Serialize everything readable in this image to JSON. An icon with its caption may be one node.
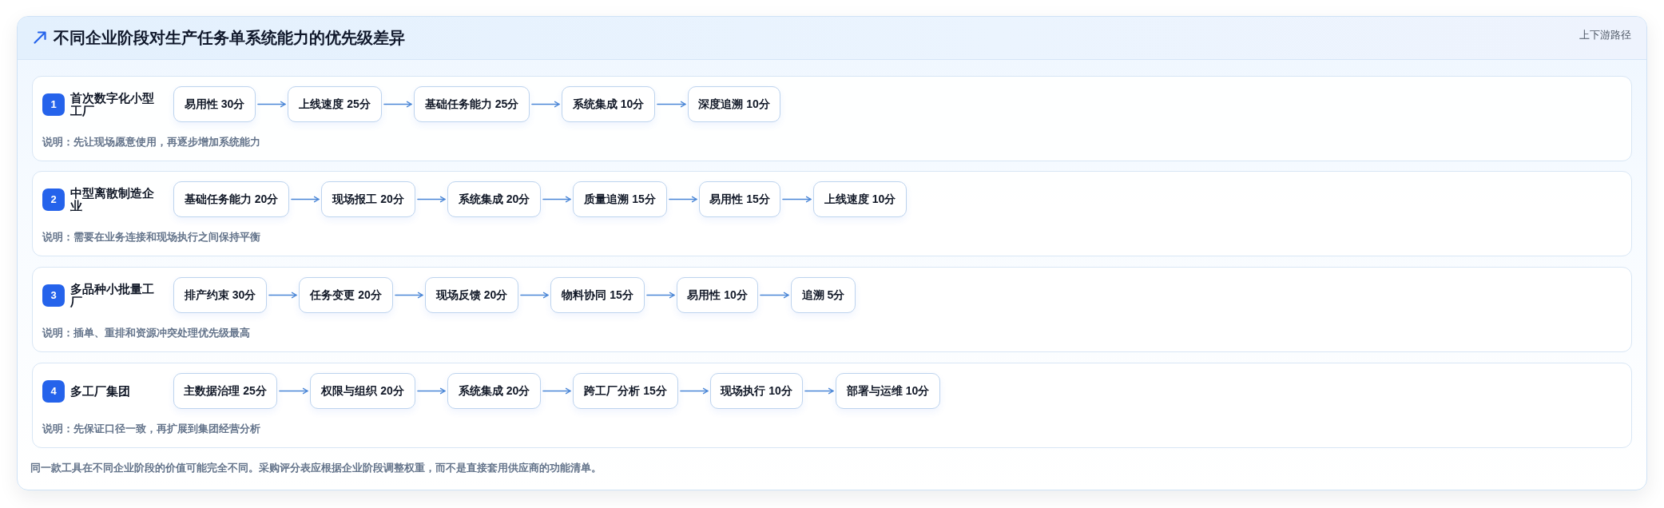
{
  "diagram": {
    "title": "不同企业阶段对生产任务单系统能力的优先级差异",
    "caption": "同一款工具在不同企业阶段的价值可能完全不同。采购评分表应根据企业阶段调整权重，而不是直接套用供应商的功能清单。",
    "nodes": [
      {
        "text": [
          "首次数字化小型工厂",
          "说明：先让现场愿意使用，再逐步增加系统能力"
        ]
      },
      {
        "text": [
          "1"
        ],
        "in": 0
      },
      {
        "text": [
          "易用性 30分"
        ],
        "in": 0
      },
      {
        "text": [
          "上线速度 25分"
        ],
        "in": 0
      },
      {
        "text": [
          "基础任务能力 25分"
        ],
        "in": 0
      },
      {
        "text": [
          "系统集成 10分"
        ],
        "in": 0
      },
      {
        "text": [
          "深度追溯 10分"
        ],
        "in": 0
      },
      {
        "text": [
          "中型离散制造企业",
          "说明：需要在业务连接和现场执行之间保持平衡"
        ]
      },
      {
        "text": [
          "2"
        ],
        "in": 7
      },
      {
        "text": [
          "基础任务能力 20分"
        ],
        "in": 7
      },
      {
        "text": [
          "现场报工 20分"
        ],
        "in": 7
      },
      {
        "text": [
          "系统集成 20分"
        ],
        "in": 7
      },
      {
        "text": [
          "质量追溯 15分"
        ],
        "in": 7
      },
      {
        "text": [
          "易用性 15分"
        ],
        "in": 7
      },
      {
        "text": [
          "上线速度 10分"
        ],
        "in": 7
      },
      {
        "text": [
          "多品种小批量工厂",
          "说明：插单、重排和资源冲突处理优先级最高"
        ]
      },
      {
        "text": [
          "3"
        ],
        "in": 15
      },
      {
        "text": [
          "排产约束 30分"
        ],
        "in": 15
      },
      {
        "text": [
          "任务变更 20分"
        ],
        "in": 15
      },
      {
        "text": [
          "现场反馈 20分"
        ],
        "in": 15
      },
      {
        "text": [
          "物料协同 15分"
        ],
        "in": 15
      },
      {
        "text": [
          "易用性 10分"
        ],
        "in": 15
      },
      {
        "text": [
          "追溯 5分"
        ],
        "in": 15
      },
      {
        "text": [
          "多工厂集团",
          "说明：先保证口径一致，再扩展到集团经营分析"
        ]
      },
      {
        "text": [
          "4"
        ],
        "in": 23
      },
      {
        "text": [
          "主数据治理 25分"
        ],
        "in": 23
      },
      {
        "text": [
          "权限与组织 20分"
        ],
        "in": 23
      },
      {
        "text": [
          "系统集成 20分"
        ],
        "in": 23
      },
      {
        "text": [
          "跨工厂分析 15分"
        ],
        "in": 23
      },
      {
        "text": [
          "现场执行 10分"
        ],
        "in": 23
      },
      {
        "text": [
          "部署与运维 10分"
        ],
        "in": 23
      }
    ],
    "edges": [
      {
        "from": 2,
        "to": 3,
        "arrow": "to"
      },
      {
        "from": 3,
        "to": 4,
        "arrow": "to"
      },
      {
        "from": 4,
        "to": 5,
        "arrow": "to"
      },
      {
        "from": 5,
        "to": 6,
        "arrow": "to"
      },
      {
        "from": 9,
        "to": 10,
        "arrow": "to"
      },
      {
        "from": 10,
        "to": 11,
        "arrow": "to"
      },
      {
        "from": 11,
        "to": 12,
        "arrow": "to"
      },
      {
        "from": 12,
        "to": 13,
        "arrow": "to"
      },
      {
        "from": 13,
        "to": 14,
        "arrow": "to"
      },
      {
        "from": 17,
        "to": 18,
        "arrow": "to"
      },
      {
        "from": 18,
        "to": 19,
        "arrow": "to"
      },
      {
        "from": 19,
        "to": 20,
        "arrow": "to"
      },
      {
        "from": 20,
        "to": 21,
        "arrow": "to"
      },
      {
        "from": 21,
        "to": 22,
        "arrow": "to"
      },
      {
        "from": 25,
        "to": 26,
        "arrow": "to"
      },
      {
        "from": 26,
        "to": 27,
        "arrow": "to"
      },
      {
        "from": 27,
        "to": 28,
        "arrow": "to"
      },
      {
        "from": 28,
        "to": 29,
        "arrow": "to"
      },
      {
        "from": 29,
        "to": 30,
        "arrow": "to"
      }
    ],
    "labels": [
      "上下游路径"
    ]
  }
}
